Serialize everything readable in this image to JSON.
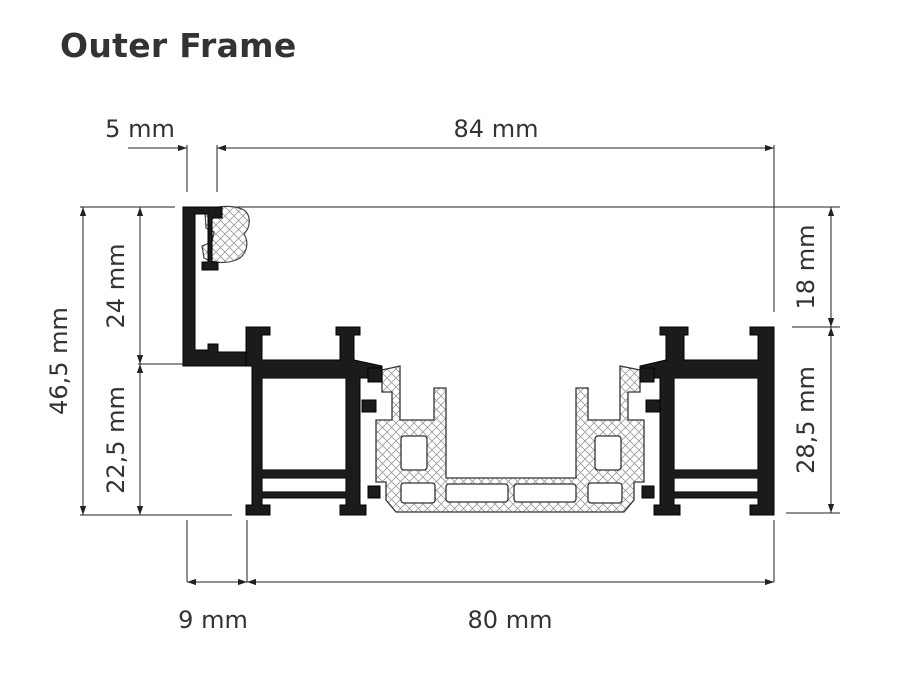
{
  "title": "Outer Frame",
  "dimensions": {
    "top_left": "5 mm",
    "top_span": "84 mm",
    "overall_height": "46,5 mm",
    "upper_left_height": "24 mm",
    "lower_left_height": "22,5 mm",
    "upper_right_height": "18 mm",
    "lower_right_height": "28,5 mm",
    "bottom_left": "9 mm",
    "bottom_span": "80 mm"
  },
  "colors": {
    "profile": "#1b1b1b",
    "text": "#333333",
    "lines": "#222222"
  }
}
